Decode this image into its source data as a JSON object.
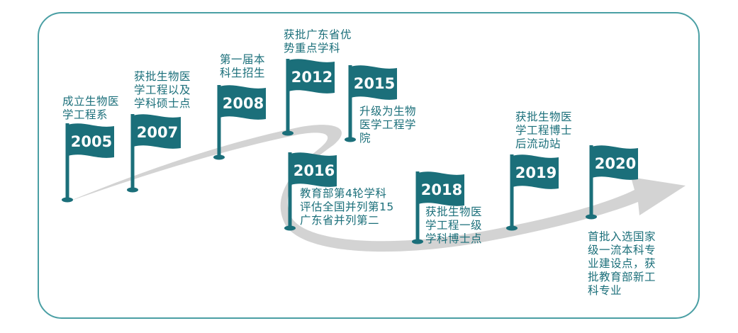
{
  "colors": {
    "frame": "#4a9fa4",
    "flag": "#1b6f7a",
    "text": "#1b6f7a",
    "arrow": "#d3d3d3",
    "year_text": "#ffffff"
  },
  "milestones": [
    {
      "year": "2005",
      "text": "成立生物医\n学工程系"
    },
    {
      "year": "2007",
      "text": "获批生物医\n学工程以及\n学科硕士点"
    },
    {
      "year": "2008",
      "text": "第一届本\n科生招生"
    },
    {
      "year": "2012",
      "text": "获批广东省优\n势重点学科"
    },
    {
      "year": "2015",
      "text": "升级为生物\n医学工程学\n院"
    },
    {
      "year": "2016",
      "text": "教育部第4轮学科\n评估全国并列第15\n广东省并列第二"
    },
    {
      "year": "2018",
      "text": "获批生物医\n学工程一级\n学科博士点"
    },
    {
      "year": "2019",
      "text": "获批生物医\n学工程博士\n后流动站"
    },
    {
      "year": "2020",
      "text": "首批入选国家\n级一流本科专\n业建设点，获\n批教育部新工\n科专业"
    }
  ]
}
